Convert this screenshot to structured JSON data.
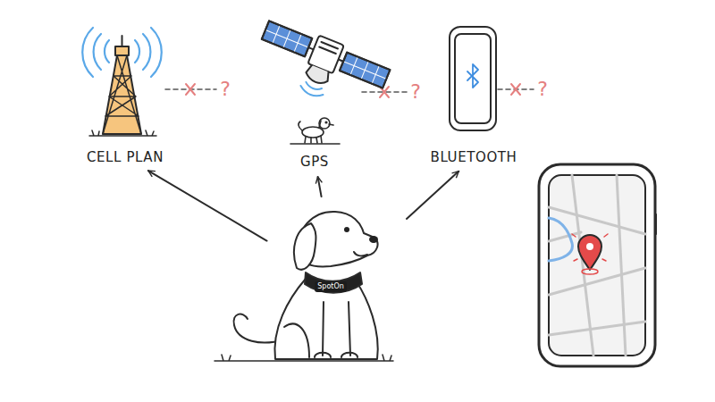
{
  "diagram": {
    "nodes": [
      {
        "text": [
          "CELL PLAN"
        ]
      },
      {
        "text": [
          "GPS"
        ]
      },
      {
        "text": [
          "BLUETOOTH"
        ]
      },
      {
        "text": [
          "SpotOn"
        ]
      }
    ],
    "edges": [
      {
        "from": 3,
        "to": 0,
        "arrow": "to"
      },
      {
        "from": 3,
        "to": 1,
        "arrow": "to"
      },
      {
        "from": 3,
        "to": 2,
        "arrow": "to"
      }
    ],
    "labels": [
      "?",
      "?",
      "?"
    ]
  }
}
